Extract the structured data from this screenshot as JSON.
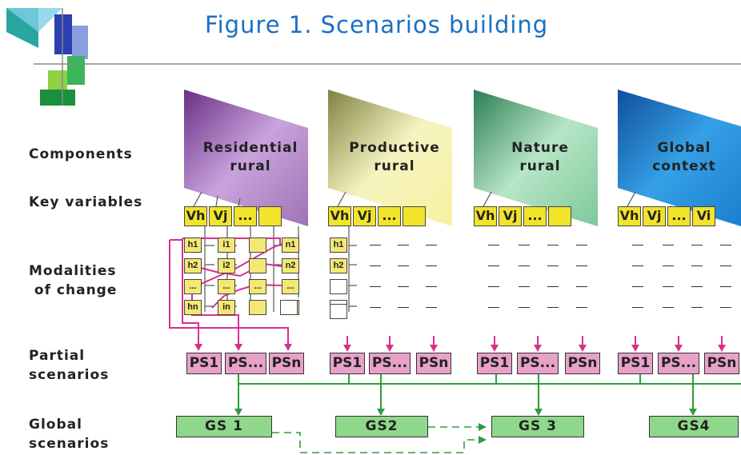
{
  "title": "Figure 1. Scenarios building",
  "row_labels": {
    "components": "Components",
    "key_variables": "Key variables",
    "modalities": "Modalities\n of change",
    "partial": "Partial\nscenarios",
    "global": "Global\nscenarios"
  },
  "components": [
    {
      "label": "Residential\nrural",
      "color": "#a24cc2",
      "key_vars": [
        "Vh",
        "Vj",
        "...",
        ""
      ],
      "modalities": [
        [
          "h1",
          "i1",
          "",
          "n1"
        ],
        [
          "h2",
          "i2",
          "",
          "n2"
        ],
        [
          "...",
          "...",
          "...",
          "..."
        ],
        [
          "hn",
          "in",
          "",
          ""
        ]
      ],
      "partials": [
        "PS1",
        "PS...",
        "PSn"
      ]
    },
    {
      "label": "Productive\nrural",
      "color": "#8b8c3a",
      "key_vars": [
        "Vh",
        "Vj",
        "...",
        ""
      ],
      "modalities": [
        [
          "h1"
        ],
        [
          "h2"
        ],
        [
          ""
        ],
        [
          ""
        ]
      ],
      "partials": [
        "PS1",
        "PS...",
        "PSn"
      ]
    },
    {
      "label": "Nature\nrural",
      "color": "#2f9a5c",
      "key_vars": [
        "Vh",
        "Vj",
        "...",
        ""
      ],
      "partials": [
        "PS1",
        "PS...",
        "PSn"
      ]
    },
    {
      "label": "Global\ncontext",
      "color": "#1f86d0",
      "key_vars": [
        "Vh",
        "Vj",
        "...",
        "Vi"
      ],
      "partials": [
        "PS1",
        "PS...",
        "PSn"
      ]
    }
  ],
  "global_scenarios": [
    "GS 1",
    "GS2",
    "GS 3",
    "GS4"
  ],
  "colors": {
    "title": "#1a6fc4",
    "pink_arrow": "#d6308f",
    "green_arrow": "#2e9e3a",
    "key_var_fill": "#f1e42a",
    "partial_fill": "#e8a1c9",
    "global_fill": "#8fd88b"
  }
}
